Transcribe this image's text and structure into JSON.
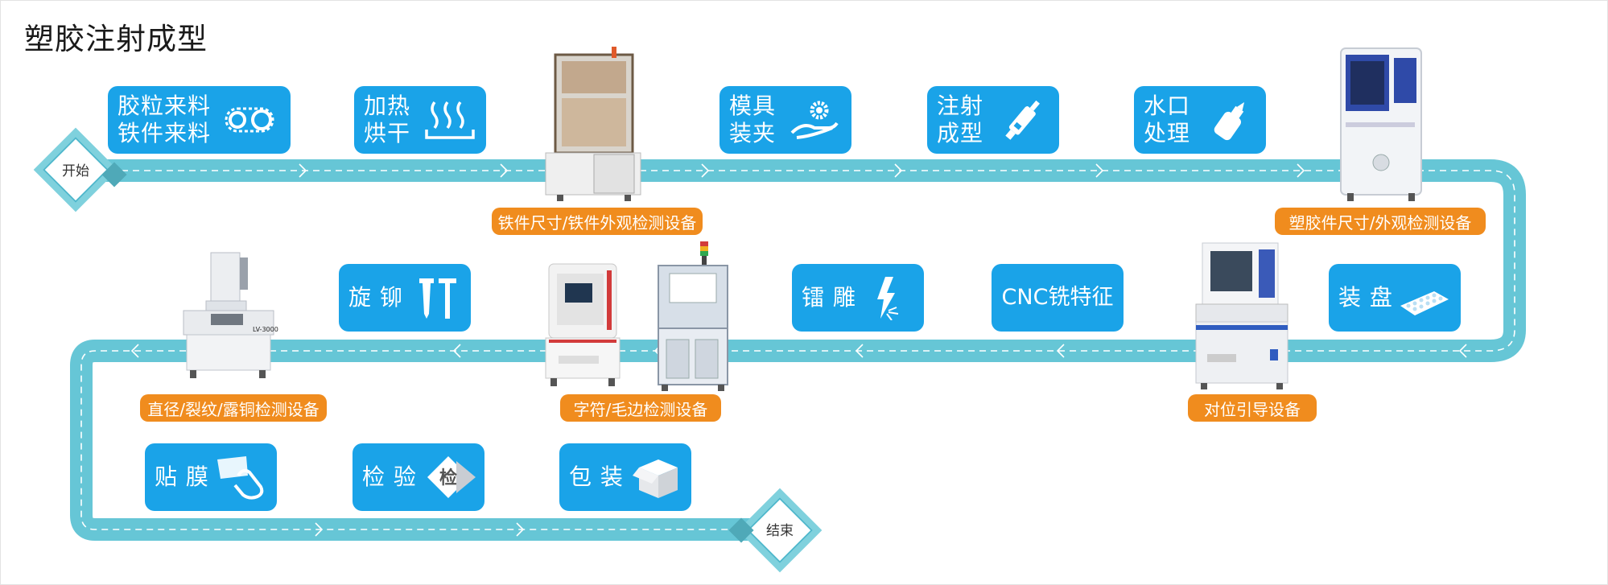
{
  "title": "塑胶注射成型",
  "nodes": {
    "start": "开始",
    "end": "结束"
  },
  "steps": [
    {
      "id": "s1",
      "label": "胶粒来料\n铁件来料",
      "icon": "chain-gear-icon"
    },
    {
      "id": "s2",
      "label": "加热\n烘干",
      "icon": "heat-waves-icon"
    },
    {
      "id": "s3",
      "label": "模具\n装夹",
      "icon": "gear-hand-icon"
    },
    {
      "id": "s4",
      "label": "注射\n成型",
      "icon": "syringe-icon"
    },
    {
      "id": "s5",
      "label": "水口\n处理",
      "icon": "glue-bottle-icon"
    },
    {
      "id": "s6",
      "label": "装 盘",
      "icon": "tray-icon"
    },
    {
      "id": "s7",
      "label": "CNC铣特征",
      "icon": ""
    },
    {
      "id": "s8",
      "label": "镭 雕",
      "icon": "laser-spark-icon"
    },
    {
      "id": "s9",
      "label": "旋 铆",
      "icon": "rivet-icon"
    },
    {
      "id": "s10",
      "label": "贴 膜",
      "icon": "film-hand-icon"
    },
    {
      "id": "s11",
      "label": "检 验",
      "icon": "inspect-diamond-icon"
    },
    {
      "id": "s12",
      "label": "包 装",
      "icon": "box-icon"
    }
  ],
  "inspect_mark": "检",
  "equipment": [
    {
      "id": "e1",
      "label": "铁件尺寸/铁件外观检测设备"
    },
    {
      "id": "e2",
      "label": "塑胶件尺寸/外观检测设备"
    },
    {
      "id": "e3",
      "label": "对位引导设备"
    },
    {
      "id": "e4",
      "label": "字符/毛边检测设备"
    },
    {
      "id": "e5",
      "label": "直径/裂纹/露铜检测设备"
    }
  ],
  "machine_marks": {
    "vmm_model": "LV-3000"
  },
  "colors": {
    "track": "#66c6d6",
    "step": "#1aa3e8",
    "badge": "#f08c1e",
    "node": "#4fb8cc"
  }
}
